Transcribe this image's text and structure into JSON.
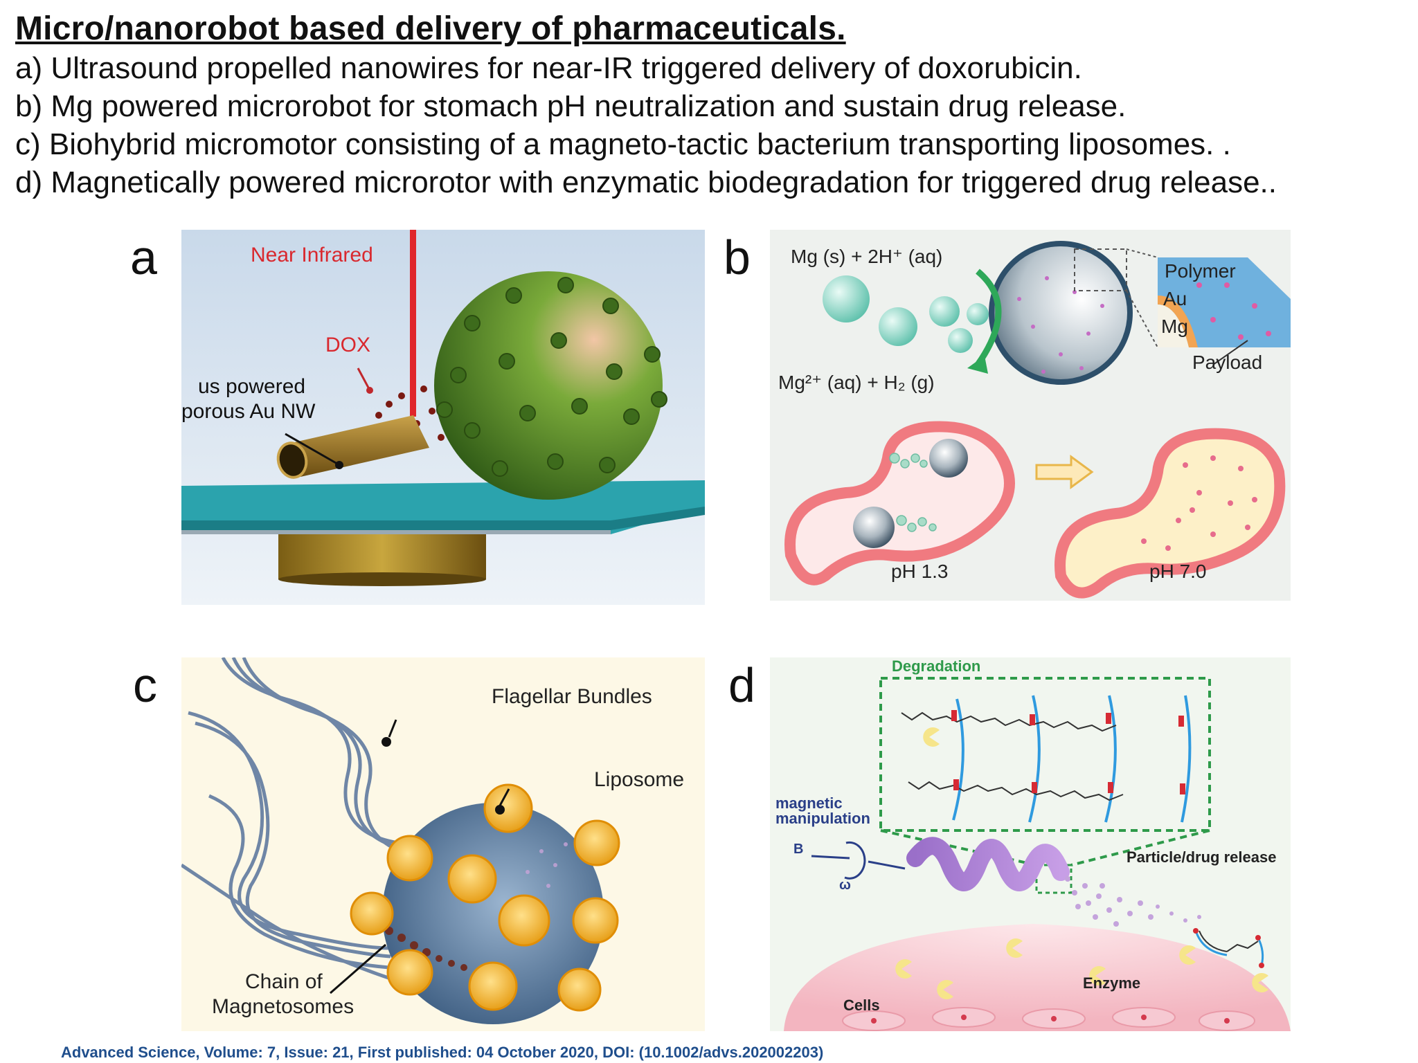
{
  "header": {
    "title": "Micro/nanorobot based delivery of pharmaceuticals.",
    "lines": [
      "a) Ultrasound propelled nanowires for near-IR triggered delivery of doxorubicin.",
      "b) Mg powered microrobot for stomach pH neutralization and sustain drug release.",
      "c) Biohybrid micromotor consisting of a magneto-tactic bacterium transporting liposomes. .",
      "d) Magnetically powered microrotor with enzymatic biodegradation for triggered drug release.."
    ]
  },
  "panels": {
    "a": {
      "letter": "a",
      "near_infrared": "Near Infrared",
      "dox": "DOX",
      "nw_line1": "us powered",
      "nw_line2": "porous Au NW"
    },
    "b": {
      "letter": "b",
      "reaction_top": "Mg (s) + 2H⁺ (aq)",
      "reaction_bottom": "Mg²⁺ (aq) + H₂ (g)",
      "polymer": "Polymer",
      "au": "Au",
      "mg": "Mg",
      "payload": "Payload",
      "ph_left": "pH 1.3",
      "ph_right": "pH 7.0"
    },
    "c": {
      "letter": "c",
      "flagellar": "Flagellar Bundles",
      "liposome": "Liposome",
      "chain_line1": "Chain of",
      "chain_line2": "Magnetosomes"
    },
    "d": {
      "letter": "d",
      "degradation": "Degradation",
      "magnetic_line1": "magnetic",
      "magnetic_line2": "manipulation",
      "b_field": "B",
      "omega": "ω",
      "release": "Particle/drug release",
      "enzyme": "Enzyme",
      "cells": "Cells"
    }
  },
  "footer": {
    "citation": "Advanced Science, Volume: 7, Issue: 21, First published: 04 October 2020, DOI: (10.1002/advs.202002203)"
  },
  "colors": {
    "citation": "#1f4e8c",
    "laser": "#e0262b",
    "stomach": "#f07a80",
    "degradation_box": "#2e9a4a",
    "bacterium_body": "#5d7fa8",
    "liposome": "#f4b21c",
    "nanosphere": "#5f9a2c",
    "substrate": "#2ba3ad"
  }
}
